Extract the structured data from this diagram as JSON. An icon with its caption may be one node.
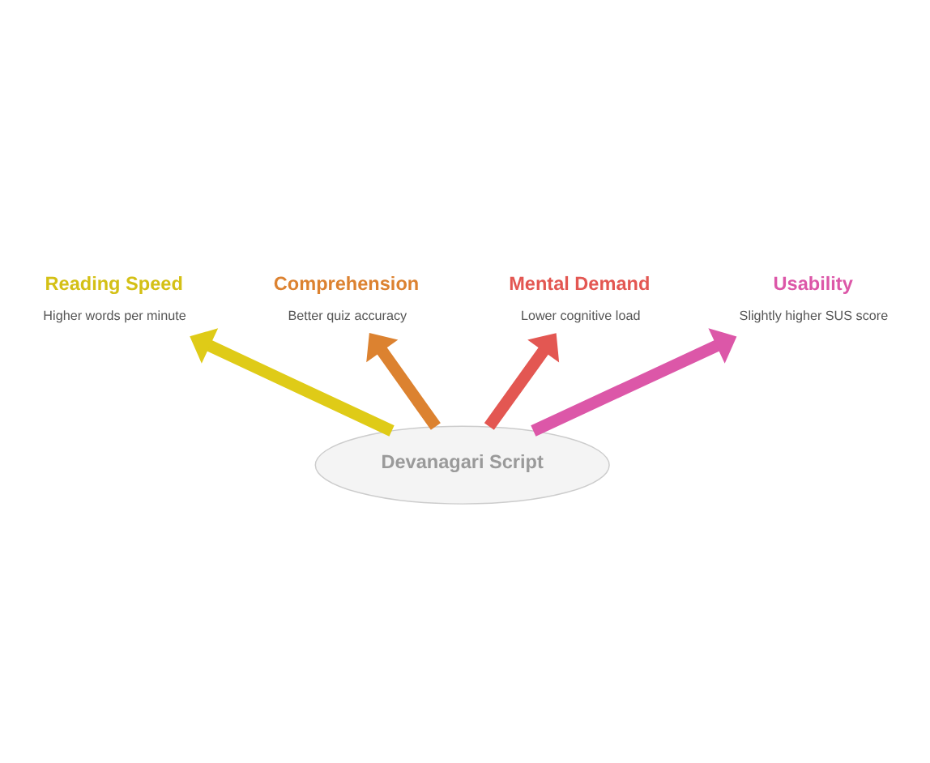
{
  "diagram": {
    "nodes": [
      {
        "text": [
          "Devanagari Script"
        ]
      },
      {
        "text": [
          "Reading Speed",
          "Higher words per minute"
        ]
      },
      {
        "text": [
          "Comprehension",
          "Better quiz accuracy"
        ]
      },
      {
        "text": [
          "Mental Demand",
          "Lower cognitive load"
        ]
      },
      {
        "text": [
          "Usability",
          "Slightly higher SUS score"
        ]
      }
    ],
    "edges": [
      {
        "from": 0,
        "to": 1,
        "arrow": "to",
        "color": "#dfcb17"
      },
      {
        "from": 0,
        "to": 2,
        "arrow": "to",
        "color": "#dc8230"
      },
      {
        "from": 0,
        "to": 3,
        "arrow": "to",
        "color": "#e35752"
      },
      {
        "from": 0,
        "to": 4,
        "arrow": "to",
        "color": "#dc57a8"
      }
    ]
  }
}
